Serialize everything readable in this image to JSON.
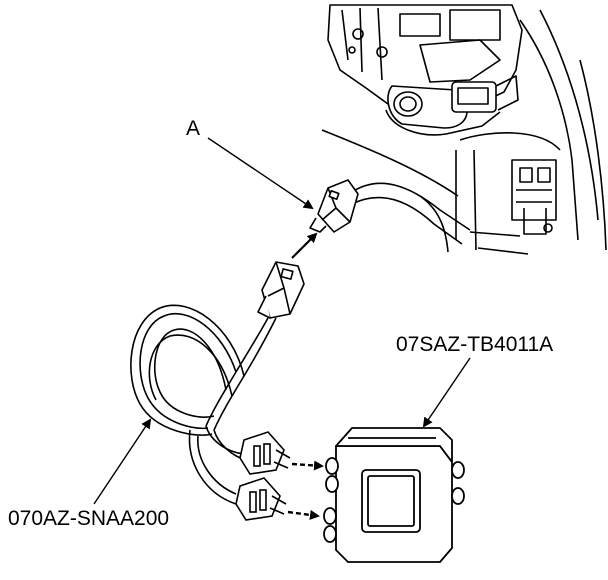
{
  "labels": {
    "connector": "A",
    "test_box": "07SAZ-TB4011A",
    "test_harness": "070AZ-SNAA200"
  }
}
